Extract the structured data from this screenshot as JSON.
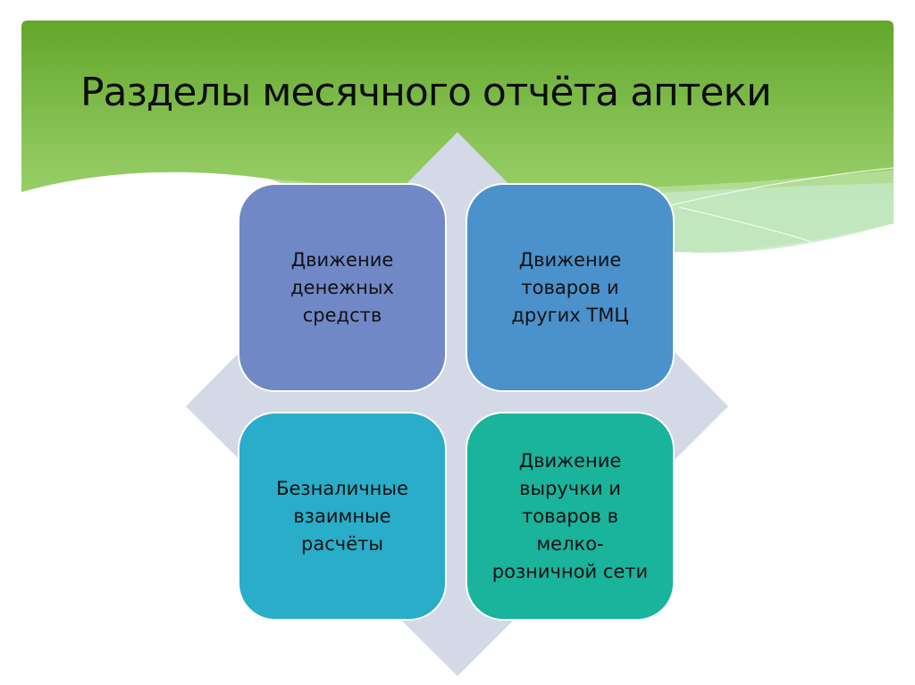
{
  "slide": {
    "title": "Разделы месячного отчёта аптеки",
    "colors": {
      "header_green_top": "#62a62a",
      "header_green_bottom": "#9fd46c",
      "diamond": "#d4d9e8",
      "box_1": "#7088c6",
      "box_2": "#4b91cb",
      "box_3": "#2aadc8",
      "box_4": "#1ab39c"
    },
    "boxes": [
      {
        "label": "Движение\nденежных\nсредств"
      },
      {
        "label": "Движение\nтоваров и\nдругих ТМЦ"
      },
      {
        "label": "Безналичные\nвзаимные\nрасчёты"
      },
      {
        "label": "Движение\nвыручки и\nтоваров в\nмелко-\nрозничной сети"
      }
    ]
  }
}
